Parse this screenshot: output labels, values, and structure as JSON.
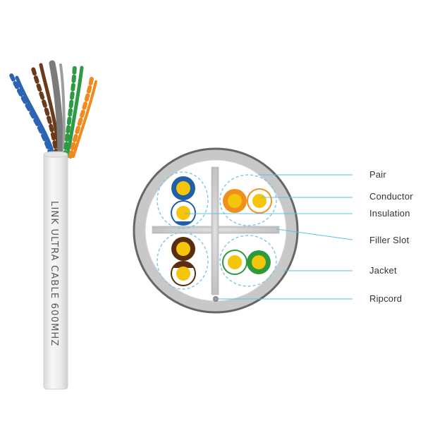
{
  "cable_print": "LINK ULTRA CABLE 600MHZ",
  "callouts": [
    {
      "key": "pair",
      "label": "Pair"
    },
    {
      "key": "conductor",
      "label": "Conductor"
    },
    {
      "key": "insulation",
      "label": "Insulation"
    },
    {
      "key": "filler",
      "label": "Filler Slot"
    },
    {
      "key": "jacket",
      "label": "Jacket"
    },
    {
      "key": "ripcord",
      "label": "Ripcord"
    }
  ],
  "colors": {
    "leader_line": "#5bc2e3",
    "jacket": "#c8c8c8",
    "jacket_stroke": "#6a6a6a",
    "pair_outline": "#7fc6e6",
    "copper": "#f4c50a",
    "blue": "#1f5fa8",
    "orange": "#f0901c",
    "brown": "#5a2d0c",
    "green": "#2f9a3b"
  },
  "wire_pairs": [
    "blue",
    "brown",
    "green",
    "orange"
  ]
}
